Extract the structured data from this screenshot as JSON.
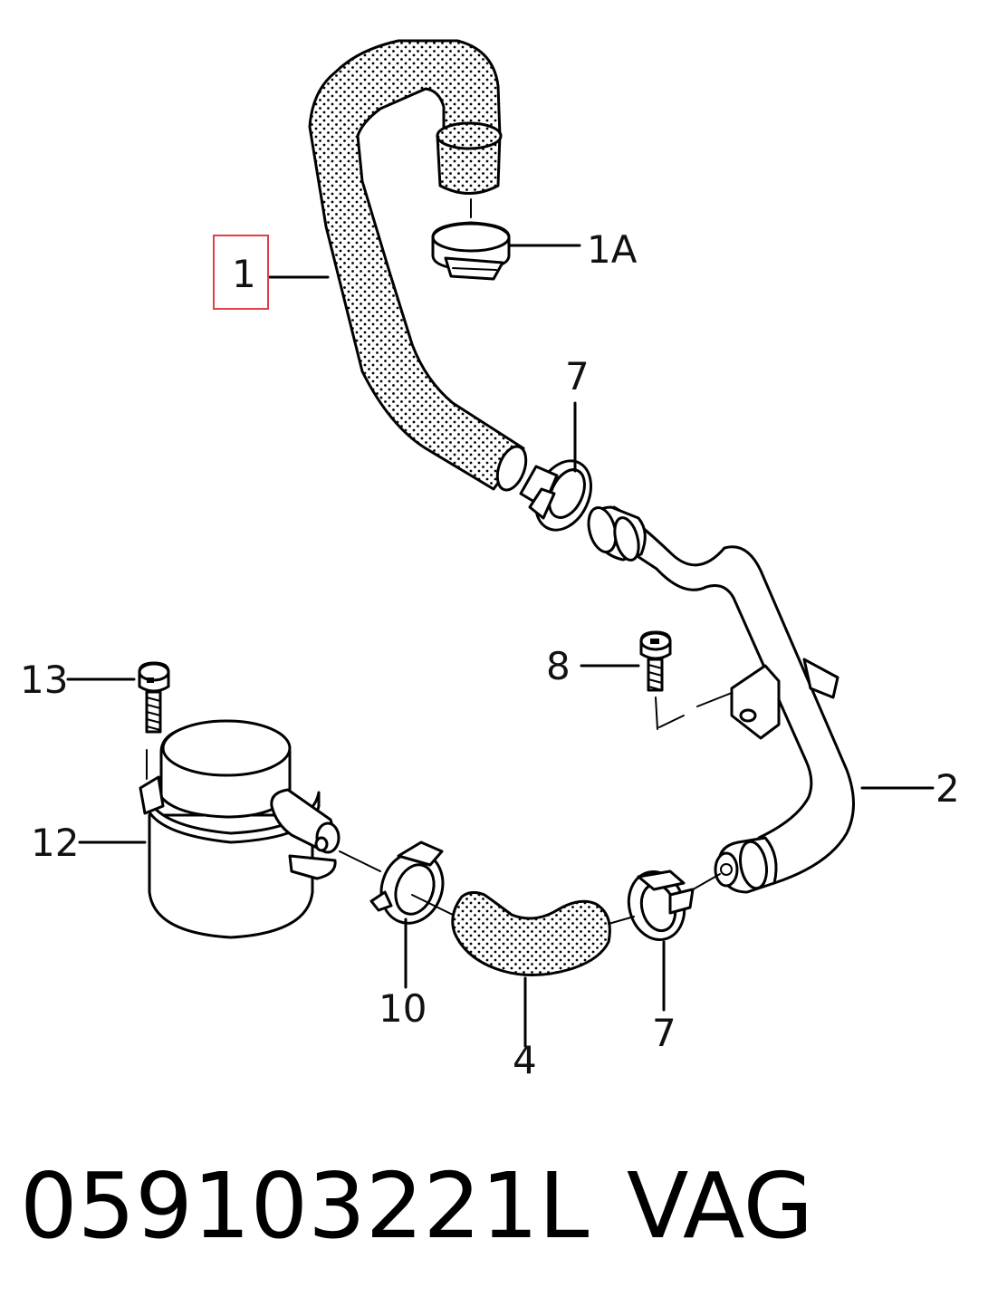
{
  "callouts": {
    "c1": "1",
    "c1a": "1A",
    "c7_top": "7",
    "c8": "8",
    "c13": "13",
    "c12": "12",
    "c2": "2",
    "c10": "10",
    "c4": "4",
    "c7_bottom": "7"
  },
  "highlight_color": "#e0404a",
  "footer": {
    "part_number": "059103221L",
    "brand": "VAG"
  }
}
